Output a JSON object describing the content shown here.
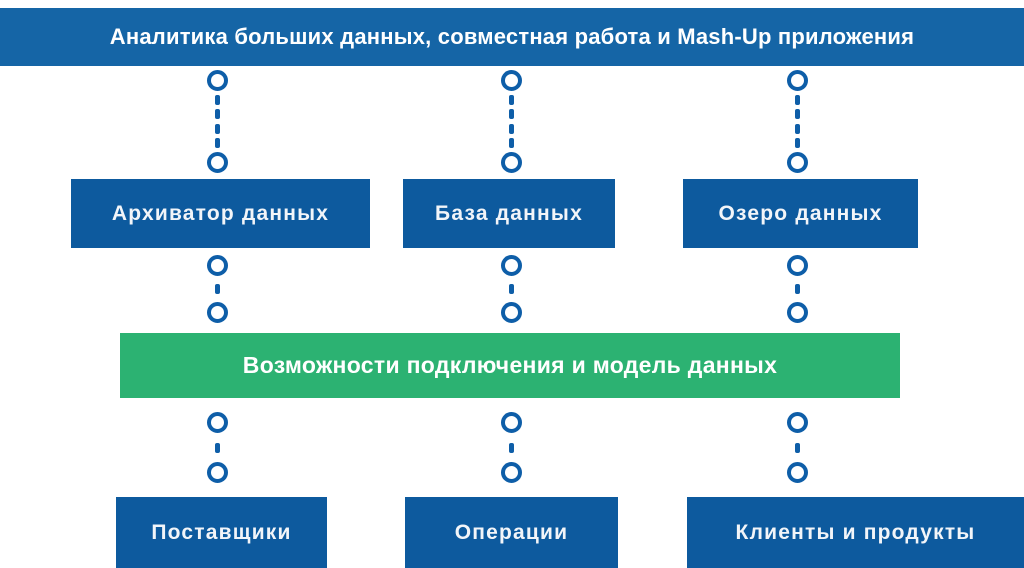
{
  "header": {
    "title": "Аналитика больших данных, совместная работа и Mash-Up приложения"
  },
  "top_row": {
    "boxes": [
      {
        "label": "Архиватор данных"
      },
      {
        "label": "База данных"
      },
      {
        "label": "Озеро данных"
      }
    ]
  },
  "middle_band": {
    "label": "Возможности подключения и модель данных"
  },
  "bottom_row": {
    "boxes": [
      {
        "label": "Поставщики"
      },
      {
        "label": "Операции"
      },
      {
        "label": "Клиенты и продукты"
      }
    ]
  },
  "icons": {
    "connector_circle": "open-ring-node",
    "connector_line": "vertical-dashed-link"
  },
  "colors": {
    "header_bg": "#1565A6",
    "box_bg": "#0D5A9E",
    "green_bg": "#2CB272",
    "connector": "#0E5EA8",
    "text_light": "#F2F5F9",
    "page_bg": "#FFFFFF"
  }
}
